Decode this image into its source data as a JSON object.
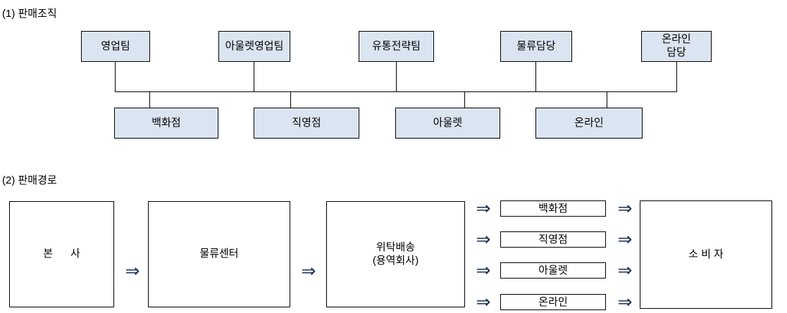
{
  "colors": {
    "org_box_fill": "#dbe5f1",
    "box_border": "#000000",
    "arrow_color": "#1c2f63",
    "background": "#ffffff"
  },
  "org_section": {
    "title": "(1) 판매조직",
    "top_row": [
      {
        "label": "영업팀"
      },
      {
        "label": "아울렛영업팀"
      },
      {
        "label": "유통전략팀"
      },
      {
        "label": "물류담당"
      },
      {
        "label_line1": "온라인",
        "label_line2": "담당"
      }
    ],
    "bottom_row": [
      {
        "label": "백화점"
      },
      {
        "label": "직영점"
      },
      {
        "label": "아울렛"
      },
      {
        "label": "온라인"
      }
    ]
  },
  "channel_section": {
    "title": "(2) 판매경로",
    "arrow_glyph": "⇒",
    "headquarters": "본      사",
    "logistics_center": "물류센터",
    "consigned_delivery_line1": "위탁배송",
    "consigned_delivery_line2": "(용역회사)",
    "channels": [
      {
        "label": "백화점"
      },
      {
        "label": "직영점"
      },
      {
        "label": "아울렛"
      },
      {
        "label": "온라인"
      }
    ],
    "consumer": "소 비 자"
  }
}
